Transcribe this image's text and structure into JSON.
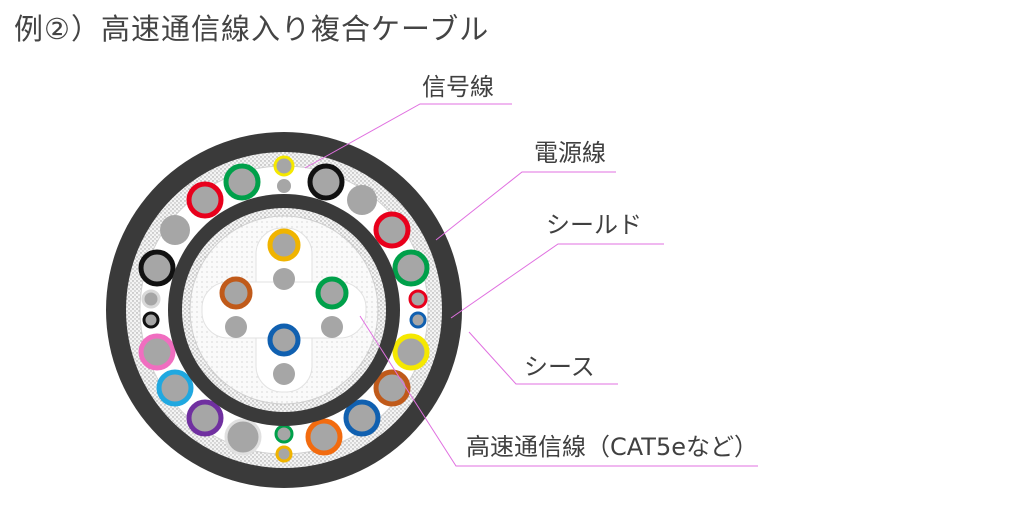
{
  "title": "例②）高速通信線入り複合ケーブル",
  "labels": {
    "signal": "信号線",
    "power": "電源線",
    "shield": "シールド",
    "sheath": "シース",
    "high_speed": "高速通信線（CAT5eなど）"
  },
  "colors": {
    "sheath": "#3a3a3a",
    "conductor": "#a6a6a6",
    "leader_line": "#e070e0",
    "red": "#e8001c",
    "green": "#00a04a",
    "black": "#111111",
    "yellow": "#f5e800",
    "pink": "#f06ec0",
    "cyan": "#20a8e0",
    "purple": "#7030a0",
    "orange": "#f26b0f",
    "blue": "#1060b0",
    "brown": "#c05a1a",
    "amber": "#f0b400"
  }
}
